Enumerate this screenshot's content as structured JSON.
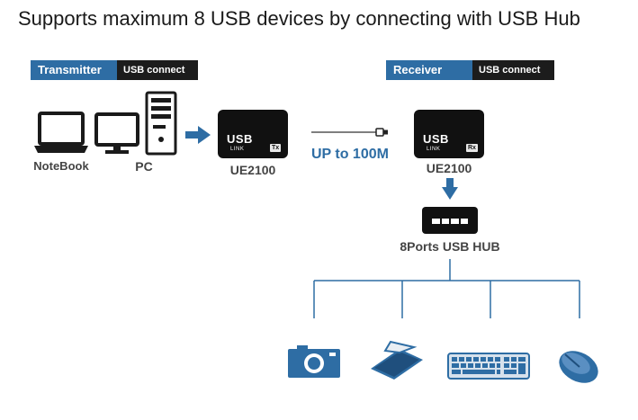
{
  "headline": "Supports maximum 8 USB devices by connecting with USB Hub",
  "transmitter": {
    "tag": "Transmitter",
    "connect": "USB connect"
  },
  "receiver": {
    "tag": "Receiver",
    "connect": "USB connect"
  },
  "labels": {
    "notebook": "NoteBook",
    "pc": "PC",
    "tx_model": "UE2100",
    "rx_model": "UE2100",
    "hub": "8Ports USB HUB"
  },
  "tx_device": {
    "brand": "USB",
    "sub": "LINK",
    "badge": "Tx"
  },
  "rx_device": {
    "brand": "USB",
    "sub": "LINK",
    "badge": "Rx"
  },
  "distance": "UP to 100M",
  "colors": {
    "accent": "#2e6da4",
    "dark": "#1c1c1c",
    "device": "#111111"
  },
  "peripheral_icons": [
    "camera-icon",
    "scanner-icon",
    "keyboard-icon",
    "mouse-icon"
  ]
}
